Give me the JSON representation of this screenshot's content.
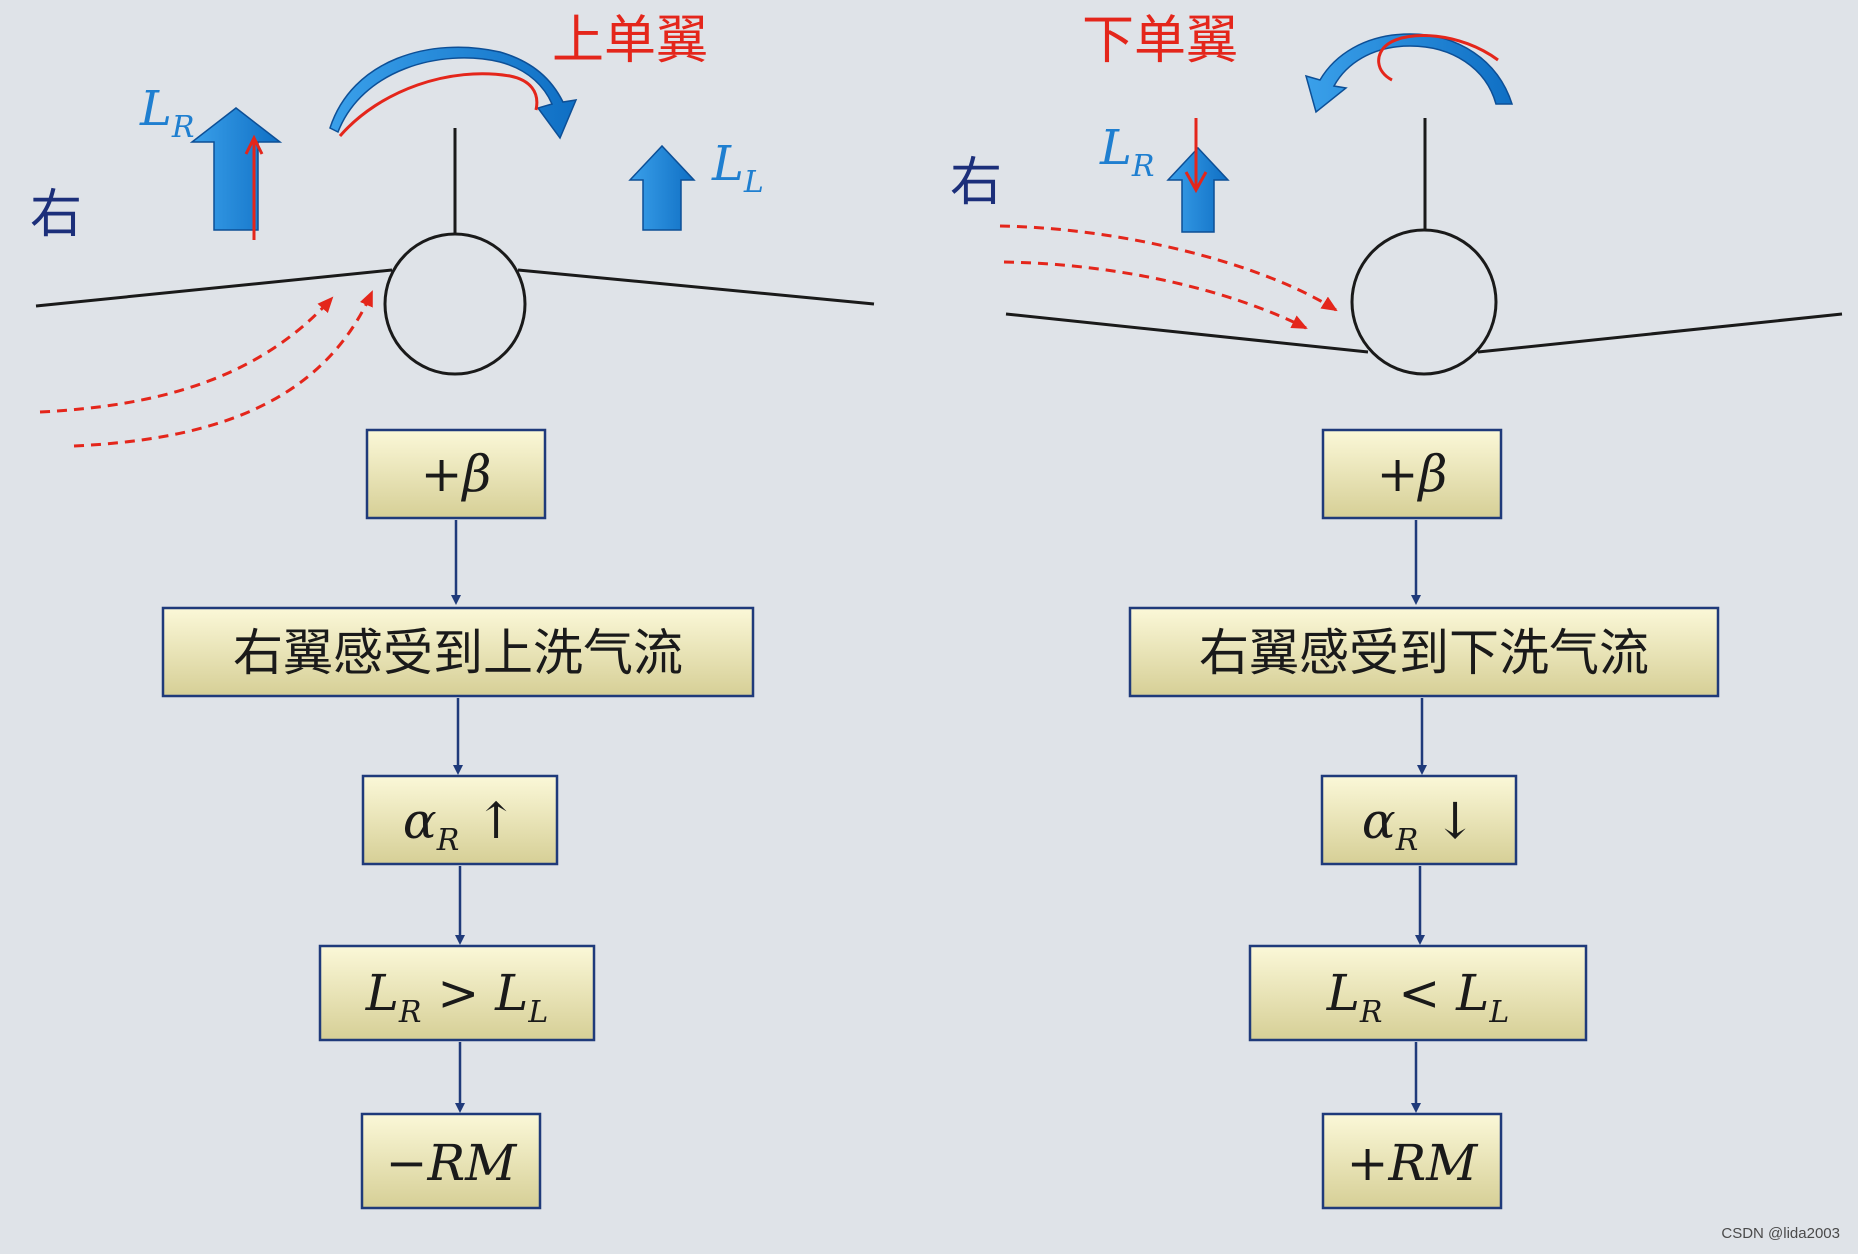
{
  "left": {
    "title": "上单翼",
    "side_label": "右",
    "lift_right": {
      "main": "L",
      "sub": "R"
    },
    "lift_left": {
      "main": "L",
      "sub": "L"
    },
    "flow": [
      {
        "main": "+β"
      },
      {
        "main": "右翼感受到上洗气流"
      },
      {
        "main": "α",
        "sub": "R",
        "tail": " ↑"
      },
      {
        "main": "L",
        "sub": "R",
        "tail": " > L",
        "sub2": "L"
      },
      {
        "main": "−RM"
      }
    ]
  },
  "right": {
    "title": "下单翼",
    "side_label": "右",
    "lift_right": {
      "main": "L",
      "sub": "R"
    },
    "flow": [
      {
        "main": "+β"
      },
      {
        "main": "右翼感受到下洗气流"
      },
      {
        "main": "α",
        "sub": "R",
        "tail": " ↓"
      },
      {
        "main": "L",
        "sub": "R",
        "tail": " < L",
        "sub2": "L"
      },
      {
        "main": "+RM"
      }
    ]
  },
  "watermark": "CSDN @lida2003",
  "colors": {
    "blue_text": "#1f7fd0",
    "navy_text": "#1c2f7a",
    "red": "#e4261b",
    "box_top": "#fbf8d6",
    "box_bottom": "#d9d29a",
    "arrow": "#1f3a7a"
  }
}
